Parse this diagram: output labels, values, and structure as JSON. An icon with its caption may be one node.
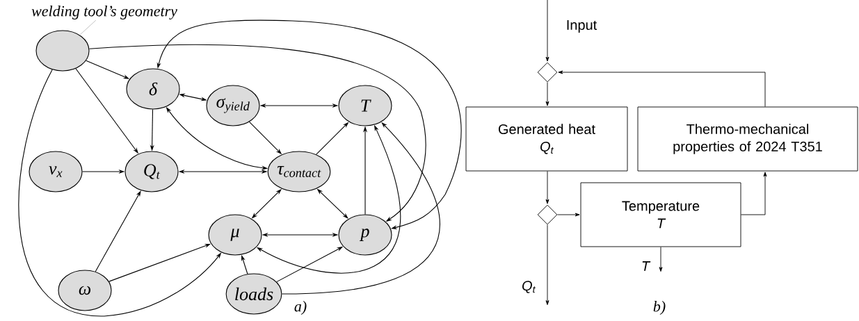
{
  "diagram": {
    "nodes": [
      {
        "text": [
          "welding tool’s geometry"
        ]
      },
      {
        "text": [],
        "shape": "ellipse"
      },
      {
        "text": [
          "δ"
        ]
      },
      {
        "text": [
          "σ$_{yield}$"
        ]
      },
      {
        "text": [
          "T"
        ]
      },
      {
        "text": [
          "v$_{x}$"
        ]
      },
      {
        "text": [
          "Q$_{t}$"
        ]
      },
      {
        "text": [
          "τ$_{contact}$"
        ]
      },
      {
        "text": [
          "μ"
        ]
      },
      {
        "text": [
          "p"
        ]
      },
      {
        "text": [
          "ω"
        ]
      },
      {
        "text": [
          "loads"
        ]
      },
      {
        "text": [],
        "shape": "diamond"
      },
      {
        "text": [
          "Generated heat",
          "Q$_{t}$"
        ]
      },
      {
        "text": [
          "Thermo-mechanical properties of 2024 T351"
        ]
      },
      {
        "text": [],
        "shape": "diamond"
      },
      {
        "text": [
          "Temperature",
          "T"
        ]
      }
    ],
    "edges": [
      {
        "from": 0,
        "to": 1,
        "arrow": "none",
        "color": "#999999"
      },
      {
        "from": 1,
        "to": 2,
        "arrow": "to"
      },
      {
        "from": 1,
        "to": 6,
        "arrow": "to"
      },
      {
        "from": 1,
        "to": 9,
        "arrow": "to"
      },
      {
        "from": 1,
        "to": 8,
        "arrow": "to"
      },
      {
        "from": 9,
        "to": 2,
        "arrow": "both"
      },
      {
        "from": 2,
        "to": 6,
        "arrow": "to"
      },
      {
        "from": 2,
        "to": 3,
        "arrow": "both"
      },
      {
        "from": 2,
        "to": 7,
        "arrow": "both"
      },
      {
        "from": 3,
        "to": 4,
        "arrow": "both"
      },
      {
        "from": 3,
        "to": 7,
        "arrow": "to"
      },
      {
        "from": 5,
        "to": 6,
        "arrow": "to"
      },
      {
        "from": 6,
        "to": 7,
        "arrow": "both"
      },
      {
        "from": 7,
        "to": 4,
        "arrow": "to"
      },
      {
        "from": 7,
        "to": 8,
        "arrow": "both"
      },
      {
        "from": 7,
        "to": 9,
        "arrow": "both"
      },
      {
        "from": 8,
        "to": 9,
        "arrow": "both"
      },
      {
        "from": 9,
        "to": 4,
        "arrow": "to"
      },
      {
        "from": 10,
        "to": 6,
        "arrow": "to"
      },
      {
        "from": 10,
        "to": 8,
        "arrow": "to"
      },
      {
        "from": 11,
        "to": 8,
        "arrow": "to"
      },
      {
        "from": 11,
        "to": 9,
        "arrow": "to"
      },
      {
        "from": 11,
        "to": 4,
        "arrow": "to"
      },
      {
        "from": 8,
        "to": 4,
        "arrow": "both"
      },
      {
        "from": null,
        "to": 12,
        "arrow": "to",
        "label": "Input"
      },
      {
        "from": 12,
        "to": 13,
        "arrow": "to"
      },
      {
        "from": 14,
        "to": 12,
        "arrow": "to"
      },
      {
        "from": 13,
        "to": 15,
        "arrow": "to"
      },
      {
        "from": 15,
        "to": 16,
        "arrow": "to"
      },
      {
        "from": 16,
        "to": 14,
        "arrow": "to"
      },
      {
        "from": 15,
        "to": null,
        "arrow": "to",
        "label": "Q$_{t}$"
      },
      {
        "from": 16,
        "to": null,
        "arrow": "to",
        "label": "T"
      }
    ],
    "labels": [
      "a)",
      "b)"
    ]
  }
}
